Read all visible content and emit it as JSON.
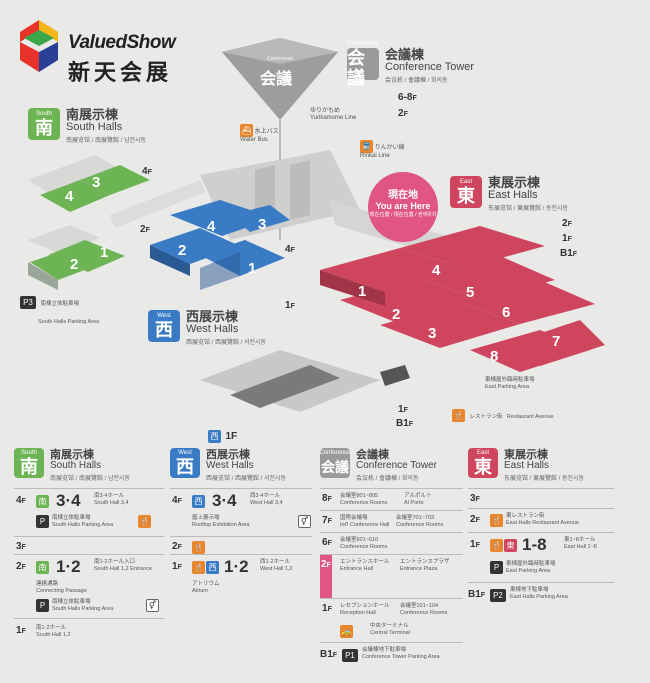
{
  "logo": {
    "brand_en": "ValuedShow",
    "brand_cn": "新天会展"
  },
  "conference_top": {
    "badge_small": "Conference",
    "badge_big": "会議",
    "title_jp": "会議棟",
    "title_en": "Conference Tower",
    "title_sub": "会议栋 / 會議棟 / 회의동",
    "floor_68": "6-8",
    "floor_2": "2",
    "pyramid_small": "Conference",
    "pyramid_big": "会議"
  },
  "transit": {
    "waterbus_jp": "水上バス",
    "waterbus_en": "Water Bus",
    "yurikamome_jp": "ゆりかもめ",
    "yurikamome_en": "Yurikamome Line",
    "rinkai_jp": "りんかい線",
    "rinkai_en": "Rinkai Line"
  },
  "you_are_here": {
    "jp": "現在地",
    "en": "You are Here",
    "sub": "现在位置 / 現在位置 / 현재위치"
  },
  "south": {
    "badge_small": "South",
    "badge_big": "南",
    "title_jp": "南展示棟",
    "title_en": "South Halls",
    "title_sub": "南展览馆 / 南展覽館 / 남전시동",
    "hall1": "1",
    "hall2": "2",
    "hall3": "3",
    "hall4": "4",
    "floor_4": "4",
    "floor_2": "2",
    "parking_code": "P3",
    "parking_jp": "南棟立体駐車場",
    "parking_en": "South Halls Parking Area"
  },
  "west": {
    "badge_small": "West",
    "badge_big": "西",
    "title_jp": "西展示棟",
    "title_en": "West Halls",
    "title_sub": "西展览馆 / 西展覽館 / 서전시동",
    "hall1": "1",
    "hall2": "2",
    "hall3": "3",
    "hall4": "4",
    "floor_4": "4",
    "floor_1": "1"
  },
  "east": {
    "badge_small": "East",
    "badge_big": "東",
    "title_jp": "東展示棟",
    "title_en": "East Halls",
    "title_sub": "东展览馆 / 東展覽館 / 동전시동",
    "halls": [
      "1",
      "2",
      "3",
      "4",
      "5",
      "6",
      "7",
      "8"
    ],
    "floor_2": "2",
    "floor_1": "1",
    "floor_b1": "B1",
    "parking_jp": "東棟屋外臨時駐車場",
    "parking_en": "East Parking Area",
    "restaurant_jp": "レストラン街",
    "restaurant_en": "Restaurant Avenue"
  },
  "lower_floor": {
    "west_1": "1",
    "b1": "B1",
    "west_badge": "西",
    "west_floor": "1"
  },
  "dir_south": {
    "badge_small": "South",
    "badge_big": "南",
    "title_jp": "南展示棟",
    "title_en": "South Halls",
    "title_sub": "南展览馆 / 南展覽館 / 남전시동",
    "f4": "4",
    "f4_halls": "3·4",
    "f4_label_jp": "南3·4ホール",
    "f4_label_en": "South Hall 3,4",
    "p3_jp": "南棟立体駐車場",
    "p3_en": "South Halls Parking Area",
    "f3": "3",
    "f2": "2",
    "f2_halls": "1·2",
    "f2_label_jp": "南1·2ホール入口",
    "f2_label_en": "South Hall 1,2 Entrance",
    "corridor_jp": "連絡通路",
    "corridor_en": "Connecting Passage",
    "p_jp": "南棟立体駐車場",
    "p_en": "South Halls Parking Area",
    "f1": "1",
    "f1_label_jp": "南1·2ホール",
    "f1_label_en": "South Hall 1,2"
  },
  "dir_west": {
    "badge_small": "West",
    "badge_big": "西",
    "title_jp": "西展示棟",
    "title_en": "West Halls",
    "title_sub": "西展览馆 / 西展覽館 / 서전시동",
    "f4": "4",
    "f4_halls": "3·4",
    "f4_label_jp": "西3·4ホール",
    "f4_label_en": "West Hall 3,4",
    "roof_jp": "屋上展示場",
    "roof_en": "Rooftop Exhibition Area",
    "f2": "2",
    "f1": "1",
    "f1_halls": "1·2",
    "f1_label_jp": "西1·2ホール",
    "f1_label_en": "West Hall 1,2",
    "atrium_jp": "アトリウム",
    "atrium_en": "Atrium"
  },
  "dir_conf": {
    "badge_small": "Conference",
    "badge_big": "会議",
    "title_jp": "会議棟",
    "title_en": "Conference Tower",
    "title_sub": "会议栋 / 會議棟 / 회의동",
    "f8": "8",
    "f8_a_jp": "会議室801~805",
    "f8_a_en": "Conference Rooms",
    "f8_b_jp": "アルポルト",
    "f8_b_en": "Al Porto",
    "f7": "7",
    "f7_a_jp": "国際会議場",
    "f7_a_en": "Int'l Conference Hall",
    "f7_b_jp": "会議室701~703",
    "f7_b_en": "Conference Rooms",
    "f6": "6",
    "f6_a_jp": "会議室601~610",
    "f6_a_en": "Conference Rooms",
    "f2": "2",
    "f2_a_jp": "エントランスホール",
    "f2_a_en": "Entrance Hall",
    "f2_b_jp": "エントランスプラザ",
    "f2_b_en": "Entrance Plaza",
    "f1": "1",
    "f1_a_jp": "レセプションホール",
    "f1_a_en": "Reception Hall",
    "f1_b_jp": "会議室101~104",
    "f1_b_en": "Conference Rooms",
    "terminal_jp": "中央ターミナル",
    "terminal_en": "Central Terminal",
    "b1": "B1",
    "b1_code": "P1",
    "b1_jp": "会議棟地下駐車場",
    "b1_en": "Conference Tower Parking Area"
  },
  "dir_east": {
    "badge_small": "East",
    "badge_big": "東",
    "title_jp": "東展示棟",
    "title_en": "East Halls",
    "title_sub": "东展览馆 / 東展覽館 / 동전시동",
    "f3": "3",
    "f2": "2",
    "f2_jp": "東レストラン街",
    "f2_en": "East Halls Restaurant Avenue",
    "f1": "1",
    "f1_halls": "1-8",
    "f1_label_jp": "東1~8ホール",
    "f1_label_en": "East Hall 1~8",
    "p_jp": "東棟屋外臨時駐車場",
    "p_en": "East Parking Area",
    "b1": "B1",
    "b1_code": "P2",
    "b1_jp": "東棟地下駐車場",
    "b1_en": "East Halls Parking Area"
  },
  "colors": {
    "south": "#6cb454",
    "west": "#3a7bc6",
    "east": "#d0455e",
    "conference": "#9a9a98",
    "here": "#e05584"
  }
}
